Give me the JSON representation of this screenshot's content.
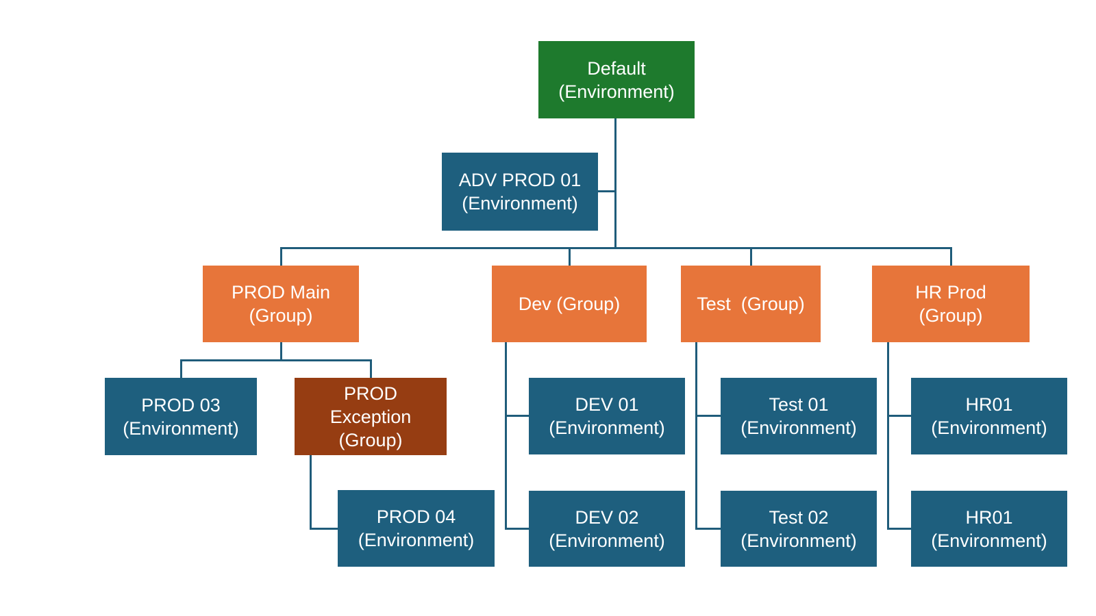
{
  "diagram": {
    "nodes": {
      "default_environment": {
        "line1": "Default",
        "line2": "(Environment)"
      },
      "adv_prod_01": {
        "line1": "ADV PROD 01",
        "line2": "(Environment)"
      },
      "prod_main": {
        "line1": "PROD Main",
        "line2": "(Group)"
      },
      "dev_group": {
        "line1": "Dev (Group)"
      },
      "test_group": {
        "line1": "Test  (Group)"
      },
      "hr_prod": {
        "line1": "HR Prod",
        "line2": "(Group)"
      },
      "prod_03": {
        "line1": "PROD 03",
        "line2": "(Environment)"
      },
      "prod_exception": {
        "line1": "PROD",
        "line2": "Exception",
        "line3": "(Group)"
      },
      "prod_04": {
        "line1": "PROD 04",
        "line2": "(Environment)"
      },
      "dev_01": {
        "line1": "DEV 01",
        "line2": "(Environment)"
      },
      "dev_02": {
        "line1": "DEV 02",
        "line2": "(Environment)"
      },
      "test_01": {
        "line1": "Test 01",
        "line2": "(Environment)"
      },
      "test_02": {
        "line1": "Test 02",
        "line2": "(Environment)"
      },
      "hr01_top": {
        "line1": "HR01",
        "line2": "(Environment)"
      },
      "hr01_bottom": {
        "line1": "HR01",
        "line2": "(Environment)"
      }
    }
  },
  "colors": {
    "environment_root": "#1E7A2D",
    "environment": "#1E5F7E",
    "group": "#E7753A",
    "group_exception": "#963D12",
    "connector": "#1F5C7A",
    "node_text": "#FFFFFF",
    "background": "#FFFFFF"
  }
}
